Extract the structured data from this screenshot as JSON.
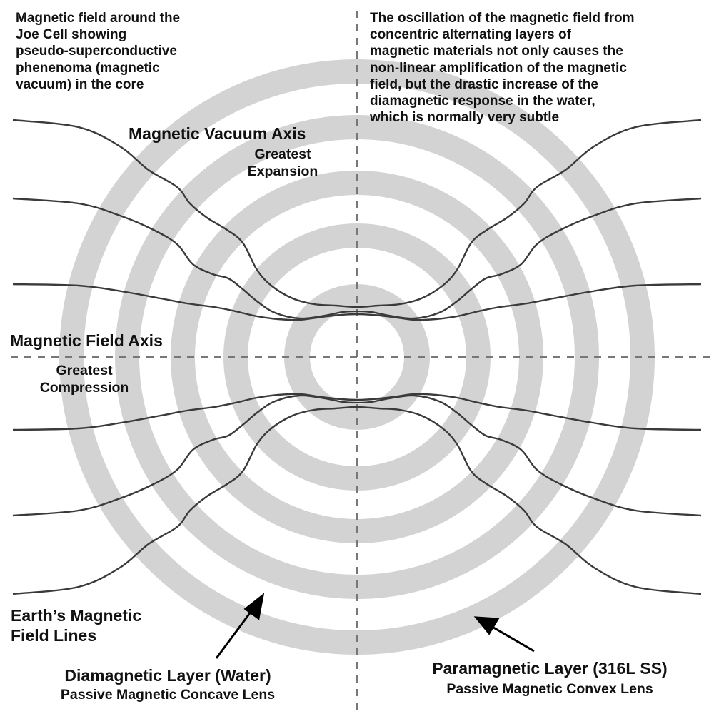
{
  "notes": {
    "top_left": "Magnetic field around the\nJoe Cell showing\npseudo-superconductive\nphenenoma (magnetic\nvacuum)  in the core",
    "top_right": "The oscillation of the magnetic field from\nconcentric alternating layers of\nmagnetic materials not only causes the\nnon-linear amplification of the magnetic\nfield, but the drastic increase of the\ndiamagnetic response in the water,\nwhich is normally very subtle"
  },
  "axes": {
    "vacuum_axis": {
      "title": "Magnetic Vacuum Axis",
      "subtitle": "Greatest\nExpansion"
    },
    "field_axis": {
      "title": "Magnetic Field Axis",
      "subtitle": "Greatest\nCompression"
    }
  },
  "labels": {
    "earth_field_lines": "Earth’s Magnetic\nField Lines",
    "diamagnetic_layer": {
      "title": "Diamagnetic Layer (Water)",
      "subtitle": "Passive Magnetic Concave Lens"
    },
    "paramagnetic_layer": {
      "title": "Paramagnetic Layer (316L SS)",
      "subtitle": "Passive Magnetic Convex Lens"
    }
  },
  "colors": {
    "ring_gray": "#d3d3d3",
    "line_dark": "#3a3a3a",
    "axis_dash": "#777777",
    "text": "#111111"
  }
}
